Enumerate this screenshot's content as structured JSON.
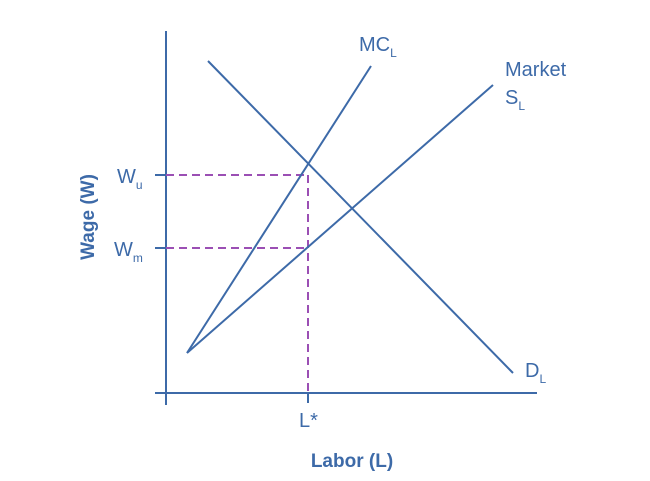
{
  "chart_data": {
    "type": "line",
    "title": "",
    "xlabel": "Labor (L)",
    "ylabel": "Wage (W)",
    "grid": false,
    "colors": {
      "curves": "#3d6aa8",
      "guides": "#9b4fb4"
    },
    "series": [
      {
        "name": "MC_L",
        "label_main": "MC",
        "label_sub": "L",
        "points": [
          [
            187,
            353
          ],
          [
            371,
            66
          ]
        ]
      },
      {
        "name": "Market S_L",
        "label_main": "Market",
        "label_line2": "S",
        "label_sub": "L",
        "points": [
          [
            187,
            353
          ],
          [
            493,
            85
          ]
        ]
      },
      {
        "name": "D_L",
        "label_main": "D",
        "label_sub": "L",
        "points": [
          [
            208,
            61
          ],
          [
            513,
            373
          ]
        ]
      }
    ],
    "y_ticks": [
      {
        "label_main": "W",
        "label_sub": "u",
        "y": 175
      },
      {
        "label_main": "W",
        "label_sub": "m",
        "y": 248
      }
    ],
    "x_ticks": [
      {
        "label": "L*",
        "x": 308
      }
    ],
    "annotations": [
      "Dashed line from Wu to intersection of MC_L and D_L at L*",
      "Dashed line from Wm to Market S_L at L*",
      "Vertical dashed line at L* from Wu down to x-axis"
    ]
  }
}
